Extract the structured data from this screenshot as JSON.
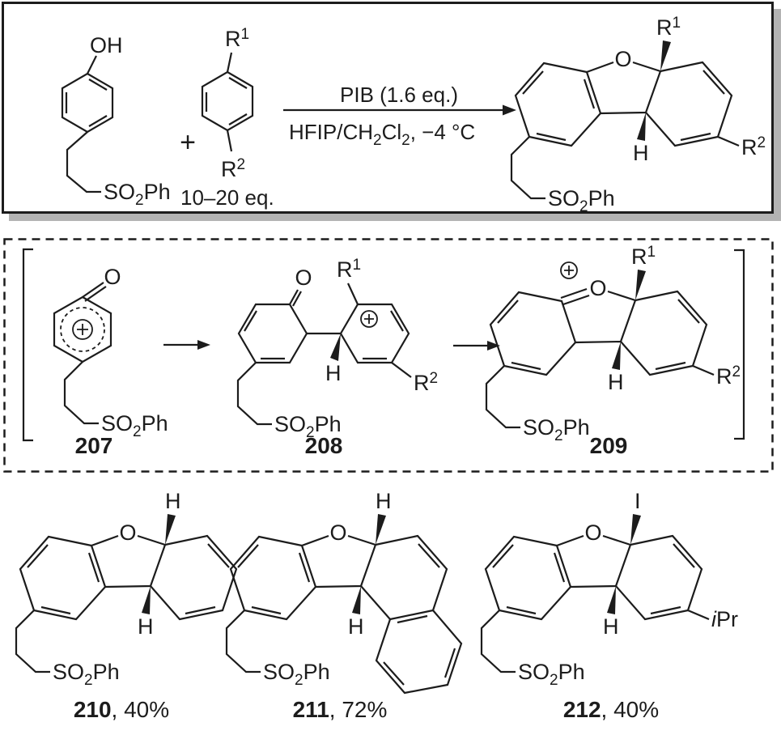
{
  "figure": {
    "kind": "chemical-reaction-scheme"
  },
  "colors": {
    "line": "#1c1c1c",
    "box_shadow": "#b3b3b3",
    "background": "#ffffff"
  },
  "atom_labels": {
    "hydroxyl": "OH",
    "oxygen": "O",
    "hydrogen": "H",
    "r": "R",
    "sup_1": "1",
    "sup_2": "2",
    "sulfonyl_pre": "SO",
    "sulfonyl_sub": "2",
    "sulfonyl_post": "Ph",
    "plus_charge": "⊕",
    "iodine": "I",
    "isopropyl_i": "i",
    "isopropyl_pr": "Pr"
  },
  "top_reaction": {
    "plus_sign": "+",
    "arene_equivalents": "10–20 eq.",
    "conditions_above": "PIB (1.6 eq.)",
    "conditions_below": {
      "pre": "HFIP/CH",
      "sub_a": "2",
      "mid": "Cl",
      "sub_b": "2",
      "post": ", −4 °C"
    }
  },
  "intermediates": {
    "labels": [
      "207",
      "208",
      "209"
    ]
  },
  "products": [
    {
      "number": "210",
      "yield_suffix": ", 40%"
    },
    {
      "number": "211",
      "yield_suffix": ", 72%"
    },
    {
      "number": "212",
      "yield_suffix": ", 40%"
    }
  ]
}
